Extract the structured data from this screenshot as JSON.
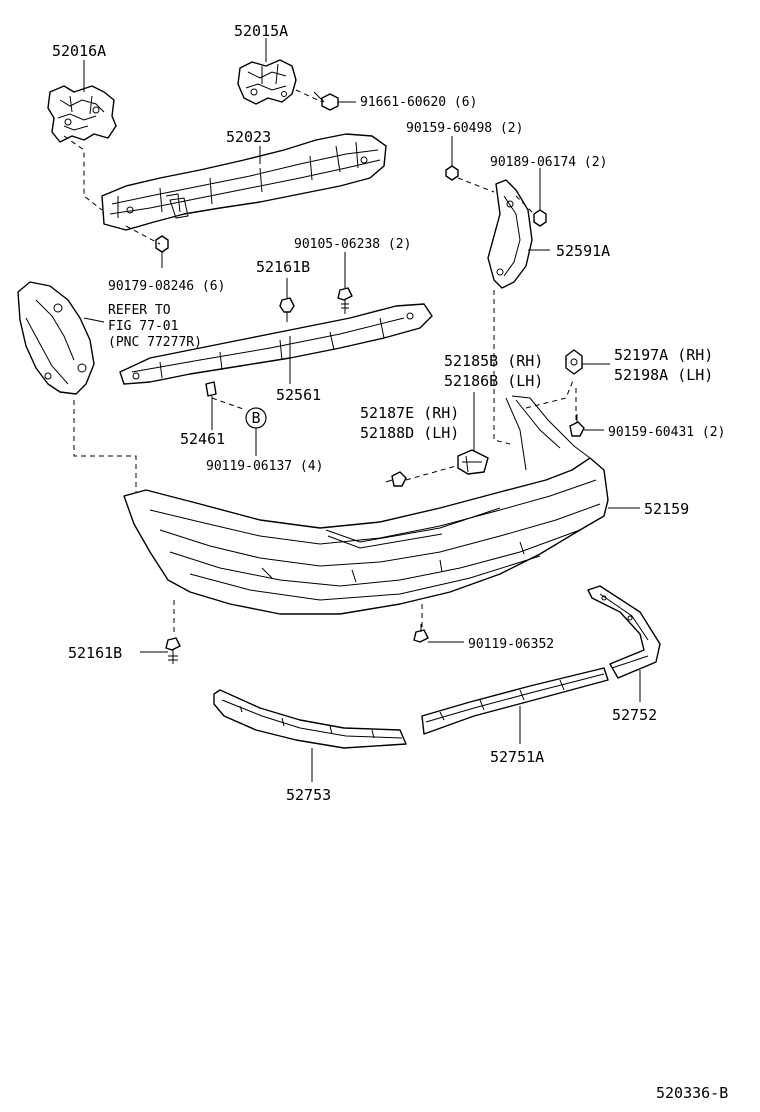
{
  "labels": {
    "p52016A": "52016A",
    "p52015A": "52015A",
    "p91661": "91661-60620 (6)",
    "p52023": "52023",
    "p90159a": "90159-60498 (2)",
    "p90189": "90189-06174 (2)",
    "p52591A": "52591A",
    "p90179": "90179-08246 (6)",
    "p52161B_top": "52161B",
    "p90105": "90105-06238 (2)",
    "refer1": "REFER TO",
    "refer2": "FIG 77-01",
    "refer3": "(PNC 77277R)",
    "p52561": "52561",
    "p52185B": "52185B (RH)",
    "p52186B": "52186B (LH)",
    "p52197A": "52197A (RH)",
    "p52198A": "52198A (LH)",
    "p52187E": "52187E (RH)",
    "p52188D": "52188D (LH)",
    "p90159b": "90159-60431 (2)",
    "p52461": "52461",
    "markerB": "B",
    "p90119a": "90119-06137 (4)",
    "p52159": "52159",
    "p52161B_bot": "52161B",
    "p90119b": "90119-06352",
    "p52752": "52752",
    "p52751A": "52751A",
    "p52753": "52753",
    "figure_id": "520336-B"
  },
  "colors": {
    "ink": "#000000",
    "paper": "#ffffff"
  }
}
